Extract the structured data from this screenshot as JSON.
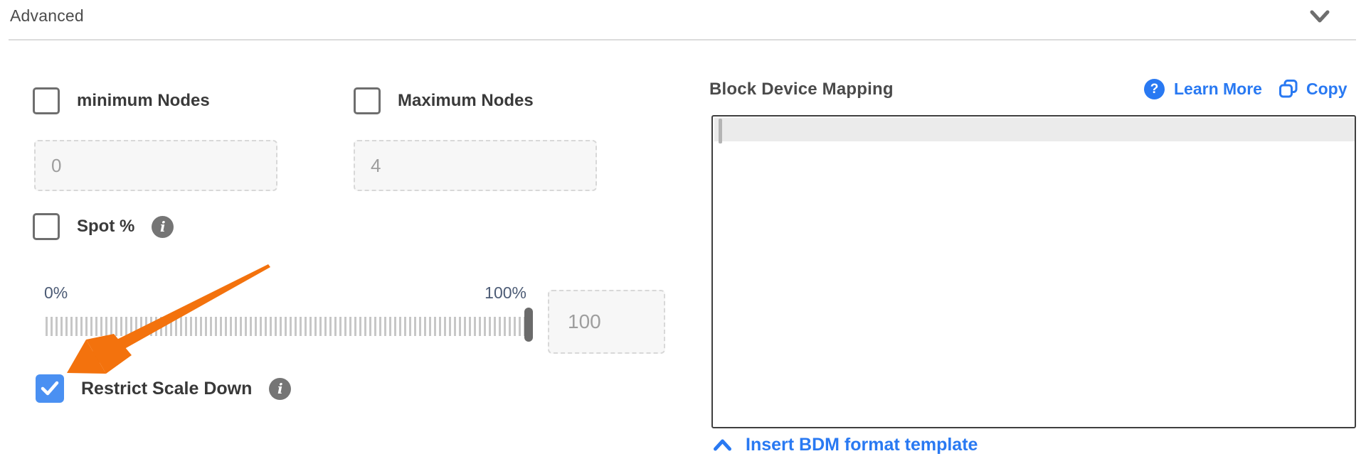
{
  "colors": {
    "link-blue": "#2979f2",
    "check-blue": "#4a90f2",
    "arrow-orange": "#f3720d",
    "icon-gray": "#757575"
  },
  "icons": {
    "info": "i",
    "help": "?"
  },
  "advanced": {
    "title": "Advanced"
  },
  "fields": {
    "min_nodes": {
      "label": "minimum Nodes",
      "value": "0",
      "checked": false
    },
    "max_nodes": {
      "label": "Maximum Nodes",
      "value": "4",
      "checked": false
    },
    "spot": {
      "label": "Spot %",
      "checked": false
    },
    "spot_slider": {
      "min_label": "0%",
      "max_label": "100%",
      "value": "100",
      "percent": 100
    },
    "restrict_scale_down": {
      "label": "Restrict Scale Down",
      "checked": true
    }
  },
  "bdm": {
    "title": "Block Device Mapping",
    "learn_more_label": "Learn More",
    "copy_label": "Copy",
    "editor_value": "",
    "insert_template_label": "Insert BDM format template"
  }
}
